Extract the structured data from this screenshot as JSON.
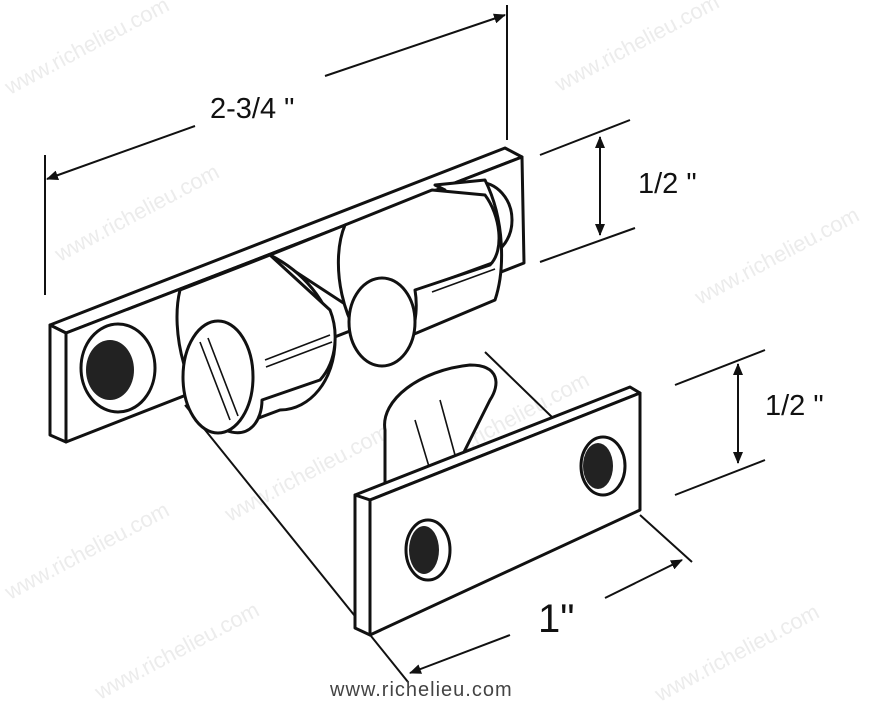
{
  "dimensions": {
    "overall_length": "2-3/4 \"",
    "upper_height": "1/2 \"",
    "lower_height": "1/2 \"",
    "depth": "1\""
  },
  "footer": {
    "website": "www.richelieu.com"
  },
  "watermark": {
    "text": "www.richelieu.com"
  },
  "colors": {
    "line": "#111111",
    "hole": "#222222",
    "watermark": "#ececec"
  }
}
